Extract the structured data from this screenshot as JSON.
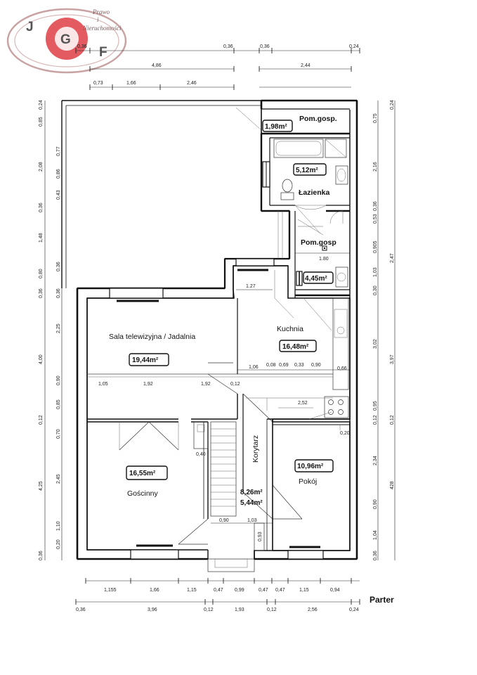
{
  "logo": {
    "letters": [
      "J",
      "G",
      "F"
    ],
    "text_lines": [
      "Prawo",
      "i",
      "Nieruchomości"
    ]
  },
  "title": "Parter",
  "rooms": {
    "pom_gosp_top": {
      "name": "Pom.gosp.",
      "area": "1,98m²"
    },
    "lazienka": {
      "name": "Łazienka",
      "area": "5,12m²"
    },
    "pom_gosp_mid": {
      "name": "Pom.gosp",
      "area": "4,45m²"
    },
    "kuchnia": {
      "name": "Kuchnia",
      "area": "16,48m²"
    },
    "sala": {
      "name": "Sala telewizyjna / Jadalnia",
      "area": "19,44m²"
    },
    "goscinny": {
      "name": "Gościnny",
      "area": "16,55m²"
    },
    "korytarz": {
      "name": "Korytarz",
      "area": "8,26m²",
      "area2": "5,44m²"
    },
    "pokoj": {
      "name": "Pokój",
      "area": "10,96m²"
    }
  },
  "dims": {
    "top_row1": [
      "0,36",
      "4,86",
      "0,36",
      "0,36",
      "2,44",
      "0,24"
    ],
    "top_row2": [
      "0,73",
      "1,66",
      "2,46"
    ],
    "left_col1": [
      "0,24",
      "0,85",
      "2,08",
      "0,36",
      "1,48",
      "0,80",
      "0,36",
      "4,00",
      "0,12",
      "4,25",
      "0,36"
    ],
    "left_col2": [
      "0,77",
      "0,86",
      "0,43",
      "0,36",
      "0,36",
      "2,25",
      "0,90",
      "0,85",
      "0,70",
      "2,45",
      "1,10",
      "0,20"
    ],
    "right_col1": [
      "0,75",
      "2,16",
      "0,36",
      "0,53",
      "0,905",
      "1,03",
      "0,30",
      "3,02",
      "0,95",
      "0,12",
      "2,34",
      "0,90",
      "1,04",
      "0,36"
    ],
    "right_col2": [
      "0,24",
      "2,47",
      "3,97",
      "0,12",
      "428"
    ],
    "bottom_row1": [
      "1,155",
      "1,66",
      "1,15",
      "0,47",
      "0,99",
      "0,47",
      "0,47",
      "1,15",
      "0,94"
    ],
    "bottom_row2": [
      "0,36",
      "3,96",
      "0,12",
      "1,93",
      "0,12",
      "2,56",
      "0,24"
    ],
    "inner": {
      "d127": "1.27",
      "d180": "1.80",
      "kitchen_row": [
        "1,06",
        "0,08",
        "0,69",
        "0,33",
        "0,90",
        "0,66"
      ],
      "sala_row": [
        "1,05",
        "1,92",
        "1,92",
        "0,12"
      ],
      "d252": "2,52",
      "d020": "0,20",
      "d040": "0,40",
      "d090": "0,90",
      "d103": "1,03",
      "d093": "0,93"
    }
  }
}
